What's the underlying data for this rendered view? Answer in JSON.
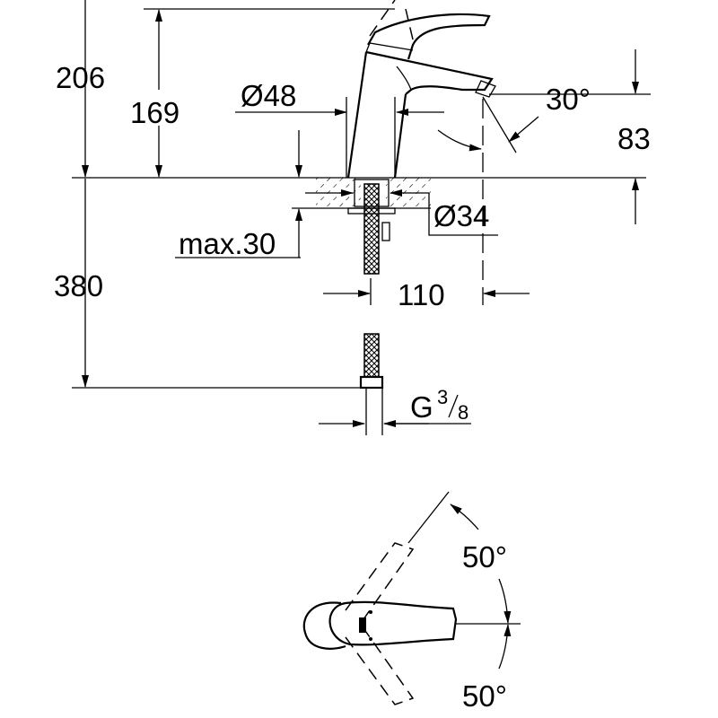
{
  "drawing": {
    "dimensions": {
      "total_height": "206",
      "spout_height": "169",
      "body_diameter": "Ø48",
      "spout_angle": "30°",
      "spout_outlet_height": "83",
      "hole_diameter": "Ø34",
      "max_counter_thickness": "max.30",
      "hose_length": "380",
      "projection": "110",
      "connection_thread": "G",
      "connection_fraction_num": "3",
      "connection_fraction_den": "8",
      "lever_angle_up": "50°",
      "lever_angle_down": "50°"
    },
    "color": "#000000"
  }
}
